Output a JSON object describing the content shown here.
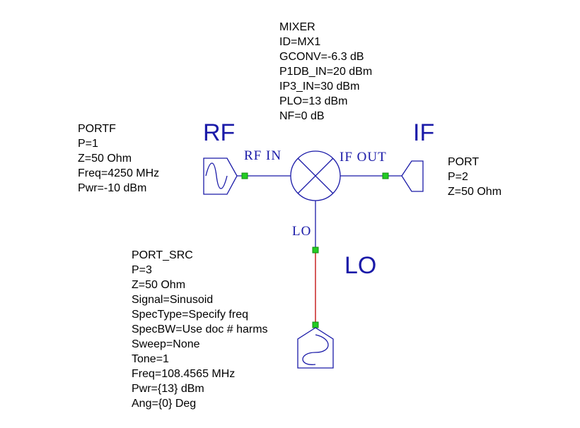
{
  "mixer": {
    "lines": [
      "MIXER",
      "ID=MX1",
      "GCONV=-6.3 dB",
      "P1DB_IN=20 dBm",
      "IP3_IN=30 dBm",
      "PLO=13 dBm",
      "NF=0 dB"
    ]
  },
  "portf": {
    "lines": [
      "PORTF",
      "P=1",
      "Z=50 Ohm",
      "Freq=4250 MHz",
      "Pwr=-10 dBm"
    ]
  },
  "port": {
    "lines": [
      "PORT",
      "P=2",
      "Z=50 Ohm"
    ]
  },
  "port_src": {
    "lines": [
      "PORT_SRC",
      "P=3",
      "Z=50 Ohm",
      "Signal=Sinusoid",
      "SpecType=Specify freq",
      "SpecBW=Use doc # harms",
      "Sweep=None",
      "Tone=1",
      "Freq=108.4565 MHz",
      "Pwr={13} dBm",
      "Ang={0} Deg"
    ]
  },
  "big_labels": {
    "rf": "RF",
    "if": "IF",
    "lo": "LO"
  },
  "pins": {
    "rf_in": "RF IN",
    "if_out": "IF OUT",
    "lo": "LO"
  },
  "colors": {
    "wire": "#1a1aa8",
    "lo_wire": "#c00000",
    "node": "#22cc22",
    "text": "#000000"
  }
}
